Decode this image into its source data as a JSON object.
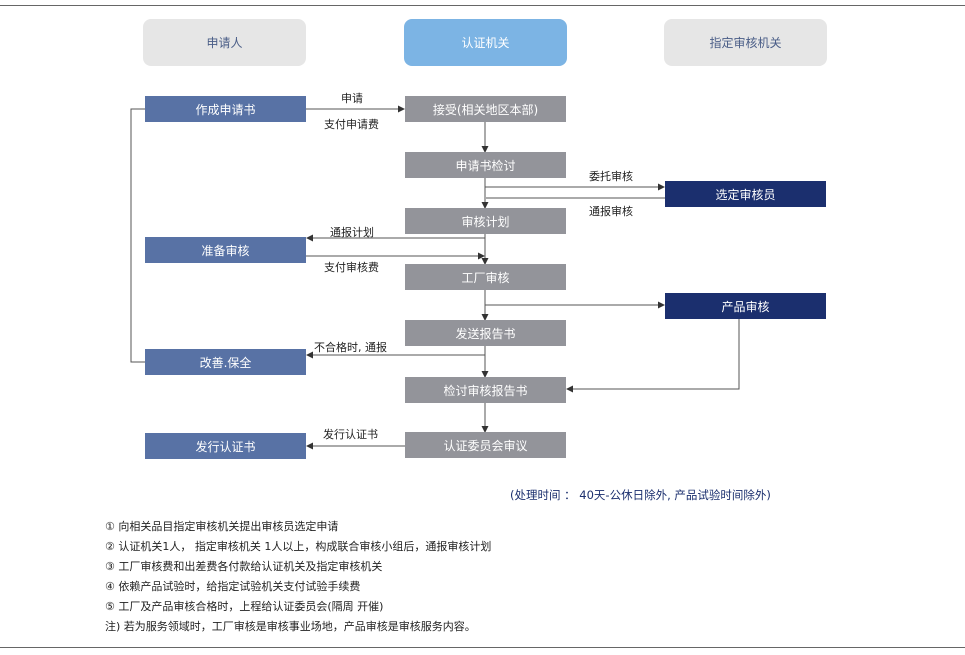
{
  "lanes": {
    "applicant": "申请人",
    "certifier": "认证机关",
    "designated": "指定审核机关"
  },
  "boxes": {
    "make_application": "作成申请书",
    "accept": "接受(相关地区本部)",
    "review_application": "申请书检讨",
    "select_auditor": "选定审核员",
    "audit_plan": "审核计划",
    "prepare_audit": "准备审核",
    "factory_audit": "工厂审核",
    "product_audit": "产品审核",
    "send_report": "发送报告书",
    "improve": "改善.保全",
    "review_report": "检讨审核报告书",
    "committee": "认证委员会审议",
    "issue_cert": "发行认证书"
  },
  "edge_labels": {
    "apply": "申请",
    "pay_app_fee": "支付申请费",
    "entrust_audit": "委托审核",
    "notify_audit": "通报审核",
    "notify_plan": "通报计划",
    "pay_audit_fee": "支付审核费",
    "fail_notify": "不合格时, 通报",
    "issue_cert": "发行认证书"
  },
  "processing_time": "(处理时间 ： 40天-公休日除外, 产品试验时间除外)",
  "notes": [
    "① 向相关品目指定审核机关提出审核员选定申请",
    "② 认证机关1人， 指定审核机关 1人以上，构成联合审核小组后，通报审核计划",
    "③ 工厂审核费和出差费各付款给认证机关及指定审核机关",
    "④ 依赖产品试验时，给指定试验机关支付试验手续费",
    "⑤ 工厂及产品审核合格时，上程给认证委员会(隔周  开催)",
    "注)  若为服务领域时，工厂审核是审核事业场地，产品审核是审核服务内容。"
  ],
  "colors": {
    "applicant_box": "#5872a5",
    "certifier_box": "#93949a",
    "reviewer_box": "#1b2f6e",
    "lane_header_grey": "#e6e6e6",
    "lane_header_blue": "#7cb4e4"
  }
}
